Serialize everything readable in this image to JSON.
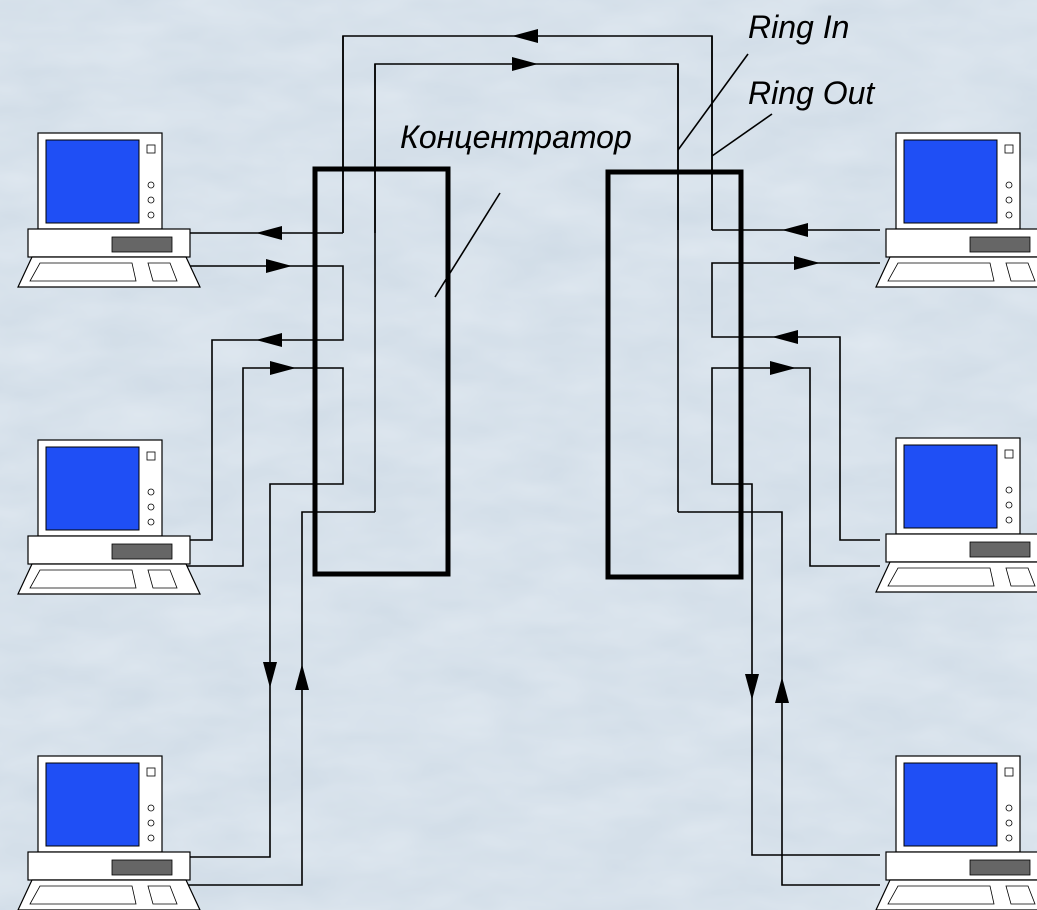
{
  "labels": {
    "ring_in": "Ring In",
    "ring_out": "Ring Out",
    "hub": "Концентратор"
  },
  "nodes": {
    "hubs": [
      "left-hub",
      "right-hub"
    ],
    "workstations": [
      "workstation-left-top",
      "workstation-left-middle",
      "workstation-left-bottom",
      "workstation-right-top",
      "workstation-right-middle",
      "workstation-right-bottom"
    ]
  },
  "colors": {
    "background": "#d3dfe9",
    "screen": "#1f4ff5",
    "line": "#000000",
    "device_body": "#ffffff",
    "drive_slot": "#666666"
  },
  "icons": {
    "workstation": "desktop-computer-icon",
    "arrow": "filled-triangle-arrow"
  }
}
